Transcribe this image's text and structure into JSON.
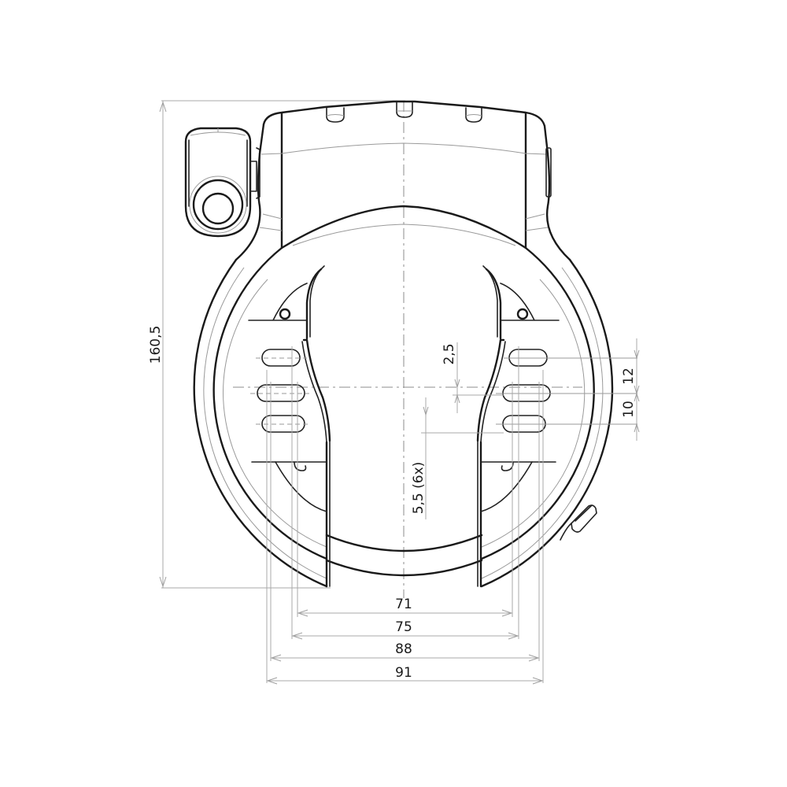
{
  "drawing": {
    "subject": "Frame ring bike lock - front view technical drawing",
    "units": "mm",
    "line_color": "#1a1a1a",
    "dimension_line_color": "#a8a8a8",
    "background": "#ffffff"
  },
  "dimensions": {
    "overall_height": "160,5",
    "pin_offset": "2,5",
    "slot_width": "5,5  (6x)",
    "slot_spacing_upper": "12",
    "slot_spacing_lower": "10",
    "width_71": "71",
    "width_75": "75",
    "width_88": "88",
    "width_91": "91"
  },
  "features": {
    "key_cylinder": "key-cylinder",
    "mounting_slots_count": "6",
    "top_bumps_count": "3",
    "side_button": "release-lever"
  }
}
